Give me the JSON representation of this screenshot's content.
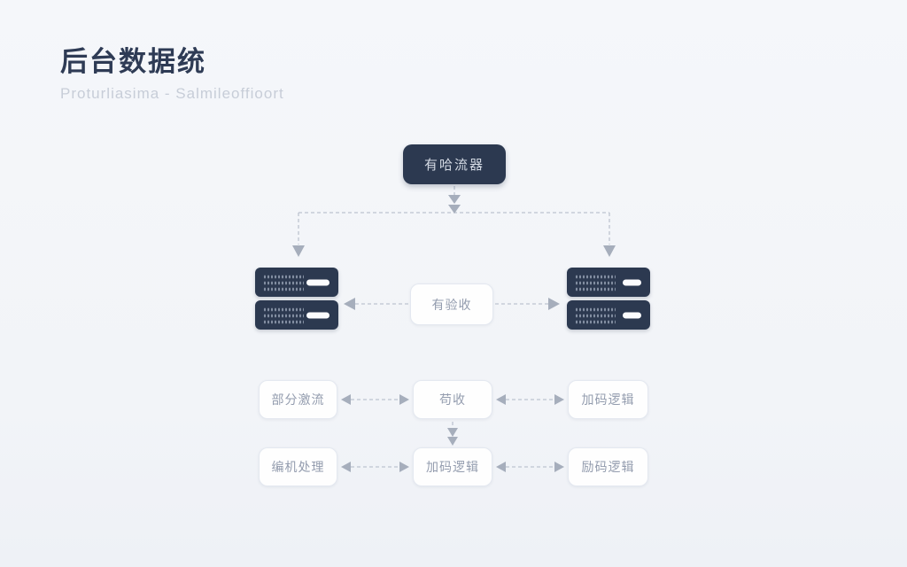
{
  "page": {
    "title": "后台数据统",
    "subtitle": "Proturliasima - Salmileoffioort"
  },
  "diagram": {
    "top_node": "有哈流器",
    "gateway_node": "有验收",
    "row1": {
      "left": "部分激流",
      "center": "苟收",
      "right": "加码逻辑"
    },
    "row2": {
      "left": "编机处理",
      "center": "加码逻辑",
      "right": "励码逻辑"
    }
  },
  "icons": {
    "server_left": "server-icon",
    "server_right": "server-icon"
  },
  "colors": {
    "background": "#f3f5f9",
    "node_dark": "#2c3950",
    "node_light_border": "#e4e8f0",
    "title_text": "#2e3b55",
    "subtitle_text": "#c7cdd8",
    "node_text_muted": "#939cae",
    "connector_line": "#bdc4d0",
    "arrowhead": "#a6aebc"
  }
}
